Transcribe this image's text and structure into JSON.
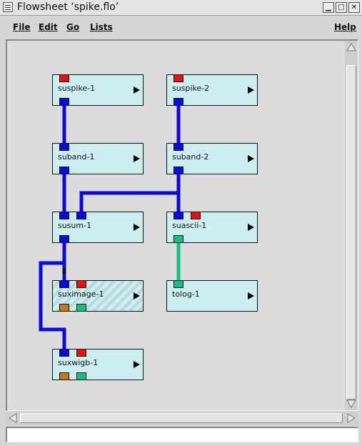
{
  "window": {
    "title": "Flowsheet  ‘spike.flo’",
    "buttons": {
      "minimize": "▁",
      "maximize": "□",
      "close": "✕"
    }
  },
  "menubar": {
    "items": [
      "File",
      "Edit",
      "Go",
      "Lists"
    ],
    "help": "Help"
  },
  "modules": [
    {
      "label": "suspike-1"
    },
    {
      "label": "suspike-2"
    },
    {
      "label": "suband-1"
    },
    {
      "label": "suband-2"
    },
    {
      "label": "susum-1"
    },
    {
      "label": "suascii-1"
    },
    {
      "label": "suximage-1"
    },
    {
      "label": "tolog-1"
    },
    {
      "label": "suxwigb-1"
    }
  ],
  "colors": {
    "module_fill": "#cdeef0",
    "data_port": "#0b0bdf",
    "control_port": "#e81010",
    "text_port": "#12c084",
    "image_port": "#c87a12",
    "wire_blue": "#0b0bdf",
    "wire_green": "#12c084"
  },
  "status": {
    "text": ""
  }
}
